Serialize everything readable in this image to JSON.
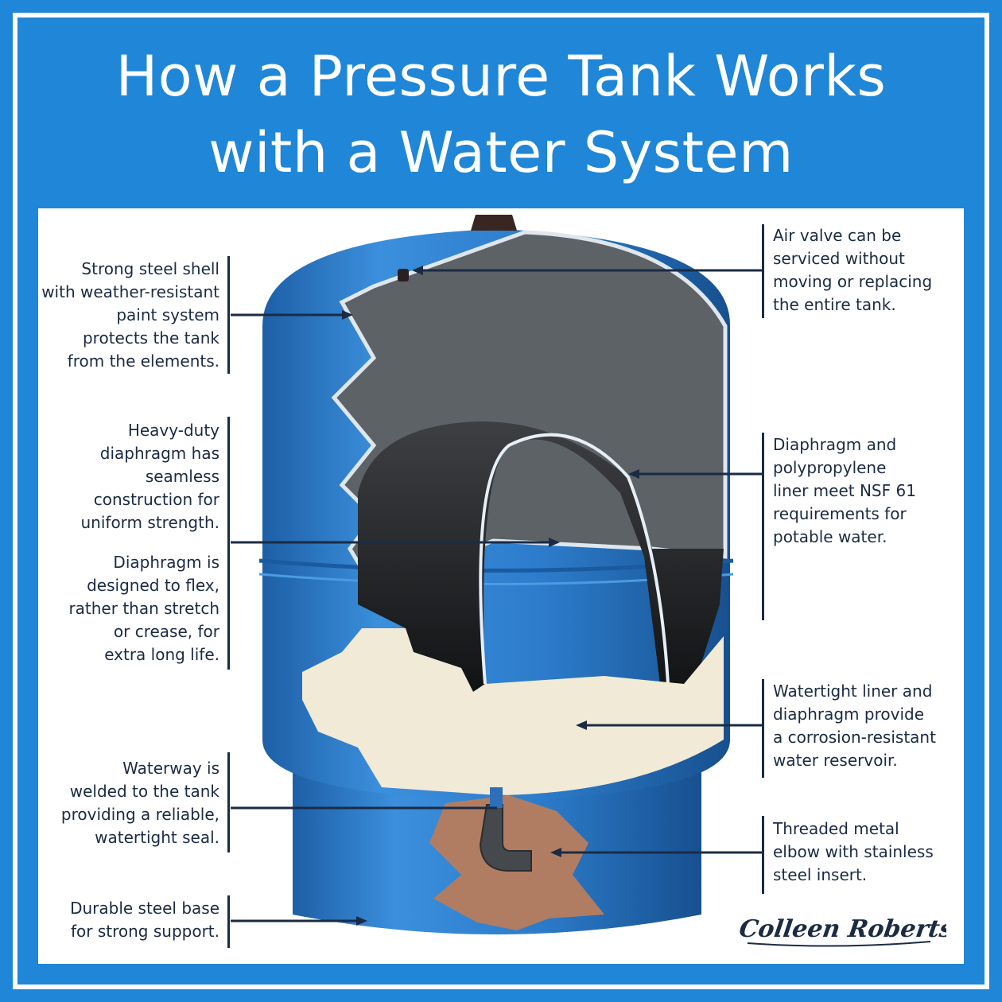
{
  "title": {
    "line1": "How a Pressure Tank Works",
    "line2": "with a Water System"
  },
  "labels_left": [
    {
      "lines": [
        "Strong steel shell",
        "with weather-resistant",
        "paint system",
        "protects the tank",
        "from the elements."
      ]
    },
    {
      "lines": [
        "Heavy-duty",
        "diaphragm has",
        "seamless",
        "construction for",
        "uniform strength."
      ]
    },
    {
      "lines": [
        "Diaphragm is",
        "designed to flex,",
        "rather than stretch",
        "or crease, for",
        "extra long life."
      ]
    },
    {
      "lines": [
        "Waterway is",
        "welded to the tank",
        "providing a reliable,",
        "watertight seal."
      ]
    },
    {
      "lines": [
        "Durable steel base",
        "for strong support."
      ]
    }
  ],
  "labels_right": [
    {
      "lines": [
        "Air valve can be",
        "serviced without",
        "moving or replacing",
        "the entire tank."
      ]
    },
    {
      "lines": [
        "Diaphragm and",
        "polypropylene",
        "liner meet NSF 61",
        "requirements for",
        "potable water."
      ]
    },
    {
      "lines": [
        "Watertight liner and",
        "diaphragm provide",
        "a corrosion-resistant",
        "water reservoir."
      ]
    },
    {
      "lines": [
        "Threaded metal",
        "elbow with stainless",
        "steel insert."
      ]
    }
  ],
  "brand": "Colleen Roberts",
  "colors": {
    "frame_blue": "#1f86d8",
    "tank_blue": "#2f7fc8",
    "label_navy": "#1b2b44",
    "diaphragm_dark": "#1e2124",
    "air_chamber_gray": "#5d6266",
    "water_cream": "#f1ead6"
  }
}
